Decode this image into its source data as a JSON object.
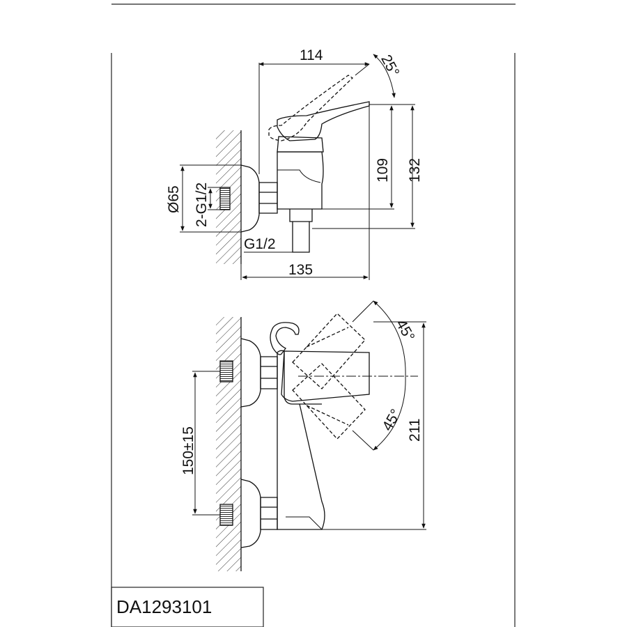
{
  "drawing_code": "DA1293101",
  "side_view": {
    "dim_length_top": "114",
    "dim_angle_top": "25°",
    "dim_height_inner": "109",
    "dim_height_outer": "132",
    "dim_diameter": "Ø65",
    "dim_thread_inlet": "2-G1/2",
    "dim_thread_outlet": "G1/2",
    "dim_length_bottom": "135"
  },
  "front_view": {
    "dim_angle_up": "45°",
    "dim_angle_down": "45°",
    "dim_centers": "150±15",
    "dim_height": "211"
  }
}
